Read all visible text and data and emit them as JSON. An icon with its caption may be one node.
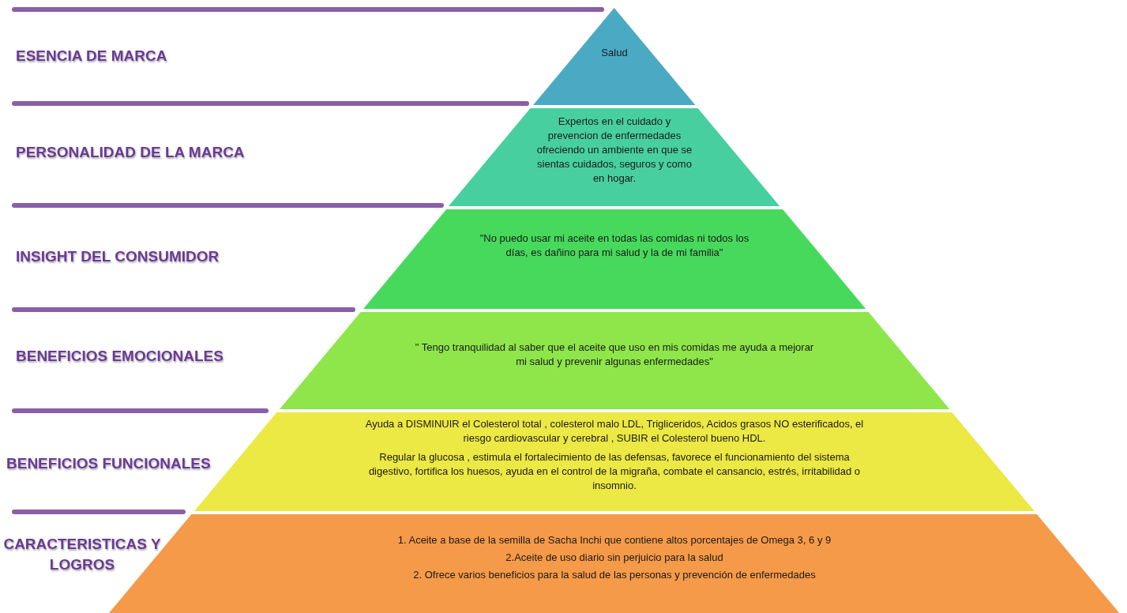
{
  "diagram": {
    "nodes": [
      {
        "text": [
          "Salud"
        ]
      },
      {
        "text": [
          "Expertos en el cuidado y prevencion de enfermedades ofreciendo un ambiente en que se sientas cuidados, seguros y como en hogar."
        ]
      },
      {
        "text": [
          "\"No puedo usar mi aceite en todas las comidas ni todos los días, es dañino para mi salud y la de mi familia\""
        ]
      },
      {
        "text": [
          "\" Tengo tranquilidad al saber que el aceite que uso en mis comidas me ayuda a mejorar mi salud y prevenir algunas enfermedades\""
        ]
      },
      {
        "text": [
          "Ayuda a DISMINUIR el Colesterol total , colesterol malo LDL, Trigliceridos, Acidos grasos NO esterificados, el riesgo cardiovascular y cerebral , SUBIR el Colesterol bueno HDL.",
          "Regular la glucosa , estimula el fortalecimiento de las defensas, favorece el funcionamiento del sistema digestivo, fortifica los huesos, ayuda en el control de la migraña, combate el cansancio, estrés, irritabilidad o insomnio."
        ]
      },
      {
        "text": [
          "1. Aceite a base de la semilla de Sacha Inchi que contiene altos porcentajes de Omega 3, 6 y 9",
          "2.Aceite de uso diario sin perjuicio para la salud",
          "2. Ofrece varios beneficios para la salud de las personas y prevención de enfermedades"
        ]
      }
    ],
    "labels": [
      "ESENCIA DE MARCA",
      "PERSONALIDAD DE LA MARCA",
      "INSIGHT DEL CONSUMIDOR",
      "BENEFICIOS EMOCIONALES",
      "BENEFICIOS FUNCIONALES",
      "CARACTERISTICAS Y LOGROS"
    ]
  }
}
